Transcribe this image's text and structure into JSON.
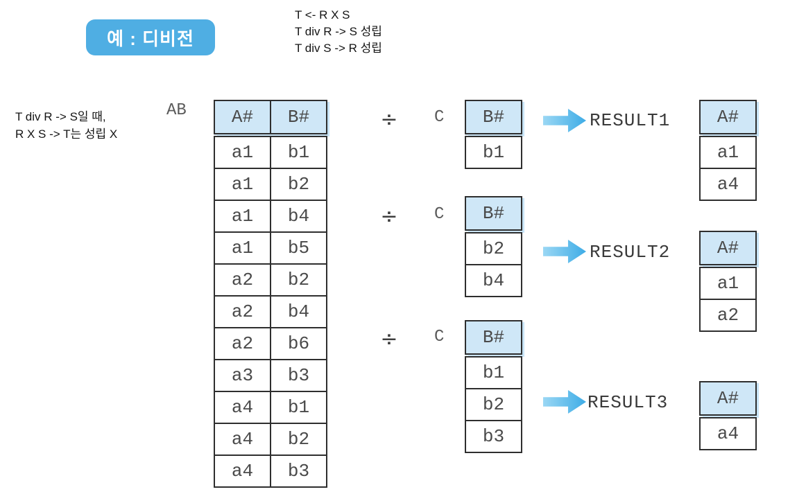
{
  "badge": {
    "label": "예 : 디비전"
  },
  "formulas": {
    "line1": "T <- R X S",
    "line2": "T div R -> S 성립",
    "line3": "T div S -> R 성립"
  },
  "note": {
    "line1": "T div R -> S일 때,",
    "line2": "R X S -> T는 성립 X"
  },
  "colors": {
    "badge": "#4FAEE3",
    "header_fill": "#CFE7F7",
    "header_shadow": "#C8E4F6",
    "border": "#2E2E2E",
    "arrow_light": "#9AD7F4",
    "arrow_dark": "#3EACE6"
  },
  "ab_table": {
    "label": "AB",
    "headers": [
      "A#",
      "B#"
    ],
    "rows": [
      [
        "a1",
        "b1"
      ],
      [
        "a1",
        "b2"
      ],
      [
        "a1",
        "b4"
      ],
      [
        "a1",
        "b5"
      ],
      [
        "a2",
        "b2"
      ],
      [
        "a2",
        "b4"
      ],
      [
        "a2",
        "b6"
      ],
      [
        "a3",
        "b3"
      ],
      [
        "a4",
        "b1"
      ],
      [
        "a4",
        "b2"
      ],
      [
        "a4",
        "b3"
      ]
    ]
  },
  "divisions": [
    {
      "operator": "÷",
      "divisor_label": "C",
      "divisor_header": "B#",
      "divisor_rows": [
        "b1"
      ],
      "result_label": "RESULT1",
      "result_header": "A#",
      "result_rows": [
        "a1",
        "a4"
      ]
    },
    {
      "operator": "÷",
      "divisor_label": "C",
      "divisor_header": "B#",
      "divisor_rows": [
        "b2",
        "b4"
      ],
      "result_label": "RESULT2",
      "result_header": "A#",
      "result_rows": [
        "a1",
        "a2"
      ]
    },
    {
      "operator": "÷",
      "divisor_label": "C",
      "divisor_header": "B#",
      "divisor_rows": [
        "b1",
        "b2",
        "b3"
      ],
      "result_label": "RESULT3",
      "result_header": "A#",
      "result_rows": [
        "a4"
      ]
    }
  ]
}
